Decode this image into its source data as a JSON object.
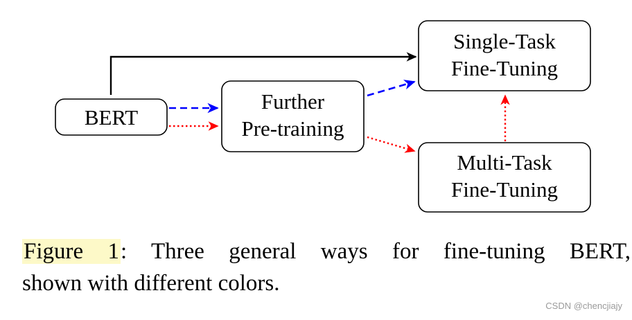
{
  "nodes": {
    "bert": {
      "lines": [
        "BERT"
      ]
    },
    "further": {
      "lines": [
        "Further",
        "Pre-training"
      ]
    },
    "single": {
      "lines": [
        "Single-Task",
        "Fine-Tuning"
      ]
    },
    "multi": {
      "lines": [
        "Multi-Task",
        "Fine-Tuning"
      ]
    }
  },
  "colors": {
    "direct_path": "#000000",
    "further_single_path": "#0000ff",
    "further_multi_path": "#ff0000",
    "node_border": "#000000",
    "caption_highlight": "#fdf9c8"
  },
  "caption": {
    "ref": "Figure 1",
    "line1_rest": ":  Three general ways for fine-tuning BERT,",
    "line2": "shown with different colors."
  },
  "watermark": "CSDN @chencjiajy"
}
